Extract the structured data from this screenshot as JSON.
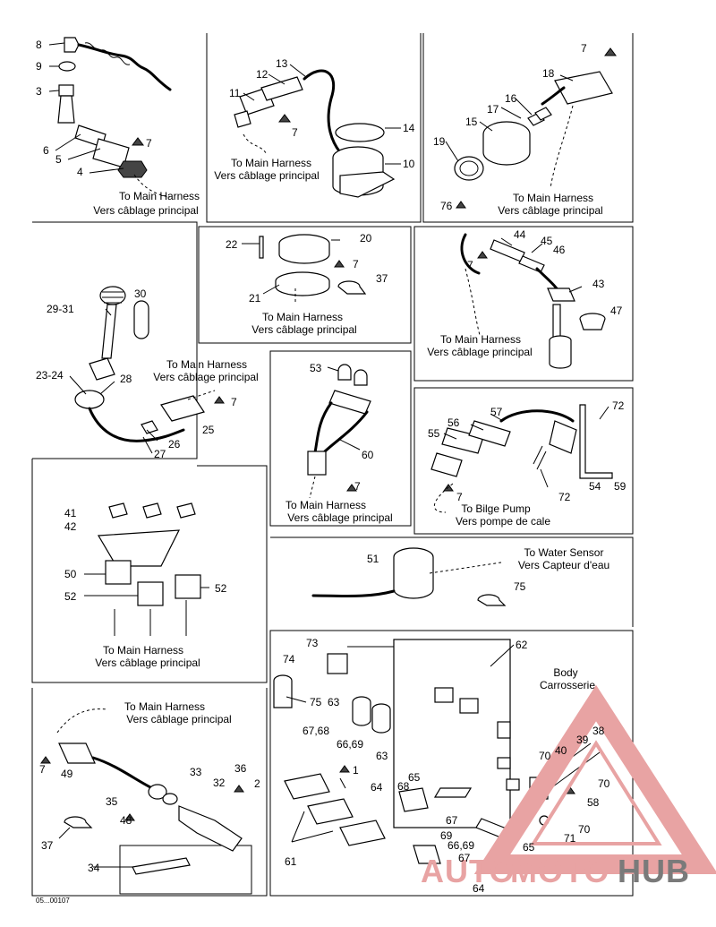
{
  "figure_ref": "05...00107",
  "captions": {
    "to_main_harness": "To Main Harness",
    "vers_cablage": "Vers câblage principal",
    "to_bilge_pump": "To Bilge Pump",
    "vers_pompe": "Vers pompe de cale",
    "to_water_sensor": "To Water Sensor",
    "vers_capteur": "Vers Capteur d'eau",
    "body": "Body",
    "carrosserie": "Carrosserie"
  },
  "part_numbers": {
    "p1": "1",
    "p2": "2",
    "p3": "3",
    "p4": "4",
    "p5": "5",
    "p6": "6",
    "p7": "7",
    "p8": "8",
    "p9": "9",
    "p10": "10",
    "p11": "11",
    "p12": "12",
    "p13": "13",
    "p14": "14",
    "p15": "15",
    "p16": "16",
    "p17": "17",
    "p18": "18",
    "p19": "19",
    "p20": "20",
    "p21": "21",
    "p22": "22",
    "p23_24": "23-24",
    "p25": "25",
    "p26": "26",
    "p27": "27",
    "p28": "28",
    "p29_31": "29-31",
    "p30": "30",
    "p32": "32",
    "p33": "33",
    "p34": "34",
    "p35": "35",
    "p36": "36",
    "p37": "37",
    "p38": "38",
    "p39": "39",
    "p40": "40",
    "p41": "41",
    "p42": "42",
    "p43": "43",
    "p44": "44",
    "p45": "45",
    "p46": "46",
    "p47": "47",
    "p48": "48",
    "p49": "49",
    "p50": "50",
    "p51": "51",
    "p52": "52",
    "p53": "53",
    "p54": "54",
    "p55": "55",
    "p56": "56",
    "p57": "57",
    "p58": "58",
    "p59": "59",
    "p60": "60",
    "p61": "61",
    "p62": "62",
    "p63": "63",
    "p64": "64",
    "p65": "65",
    "p66_69": "66,69",
    "p67": "67",
    "p67_68": "67,68",
    "p68": "68",
    "p69": "69",
    "p70": "70",
    "p71": "71",
    "p72": "72",
    "p73": "73",
    "p74": "74",
    "p75": "75",
    "p76": "76"
  },
  "watermark": {
    "auto": "AUTO",
    "moto": "MOTO",
    "hub": "HUB",
    "color_main": "#e8a3a3",
    "color_dark": "#7a7a7a"
  }
}
